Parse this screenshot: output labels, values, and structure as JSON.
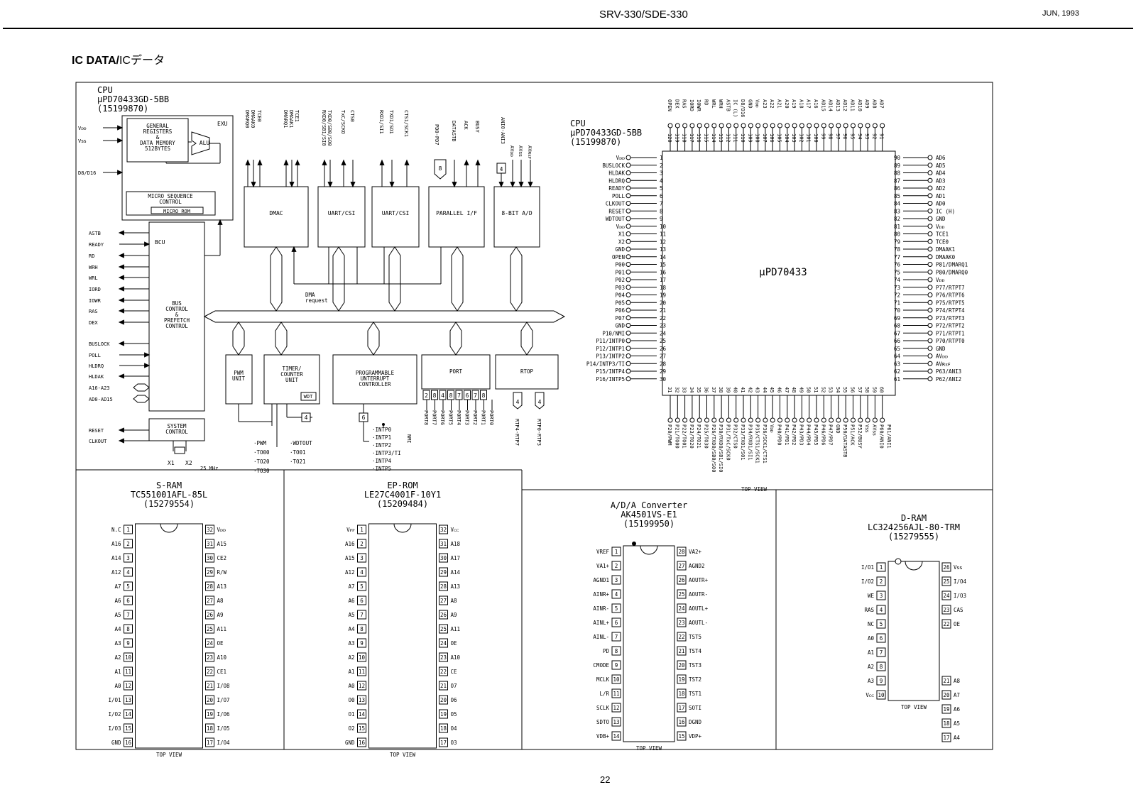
{
  "header": {
    "model": "SRV-330/SDE-330",
    "date": "JUN, 1993"
  },
  "section_title": {
    "bold": "IC DATA/",
    "jp": "ICデータ"
  },
  "page_number": "22",
  "cpu_block": {
    "title": [
      "CPU",
      "μPD70433GD-5BB",
      "(15199870)"
    ],
    "exu": "EXU",
    "gen_reg": [
      "GENERAL",
      "REGISTERS",
      "&",
      "DATA MEMORY",
      "512BYTES"
    ],
    "alu": "ALU",
    "micro": [
      "MICRO SEQUENCE",
      "CONTROL"
    ],
    "micro_rom": "MICRO ROM",
    "bcu": "BCU",
    "bus_ctrl": [
      "BUS",
      "CONTROL",
      "&",
      "PREFETCH",
      "CONTROL"
    ],
    "left_pins": [
      "Vᴅᴅ",
      "Vꜱꜱ",
      "D8/D16"
    ],
    "bus_pins": [
      "ASTB",
      "READY",
      "RD",
      "WRH",
      "WRL",
      "IORD",
      "IOWR",
      "RAS",
      "DEX"
    ],
    "bus_pins2": [
      "BUSLOCK",
      "POLL",
      "HLDRQ",
      "HLDAK",
      "A16-A23",
      "AD0-AD15"
    ],
    "sys_pins": [
      "RESET",
      "CLKOUT"
    ],
    "sys_ctrl": [
      "SYSTEM",
      "CONTROL"
    ],
    "xtal": [
      "X1",
      "X2",
      "25 MHz"
    ],
    "modules": [
      "DMAC",
      "UART/CSI",
      "UART/CSI",
      "PARALLEL I/F",
      "8-BIT A/D"
    ],
    "dma_req": [
      "DMA",
      "request"
    ],
    "lower": [
      "PWM",
      "UNIT",
      "TIMER/",
      "COUNTER",
      "UNIT",
      "WDT",
      "PROGRAMMABLE",
      "UNTERRUPT",
      "CONTROLLER",
      "PORT",
      "RTOP"
    ],
    "top_sigs": [
      "DMARQ0",
      "DMAAK0",
      "TCE0",
      "DMARQ1",
      "DMAAK1",
      "TCE1",
      "RXD0/SB1/SI0",
      "TXD0/SB0/SO0",
      "TxC/SCKO",
      "CTS0",
      "RXD1/SI1",
      "TXD1/SO1",
      "CTS1/SCK1",
      "PD0-PD7",
      "DATASTB",
      "ACK",
      "BUSY",
      "ANI0-ANI3",
      "AVᴅᴅ",
      "AVꜱꜱ",
      "AVʀᴇꜰ"
    ],
    "bus_widths": [
      "8",
      "4"
    ],
    "timer_out": [
      "·PWM",
      "·TO00",
      "·TO20",
      "·TO30",
      "·WDTOUT",
      "·TO01",
      "·TO21"
    ],
    "intp": [
      "·INTP0",
      "·INTP1",
      "·INTP2",
      "·INTP3/TI",
      "·INTP4",
      "·INTP5",
      "NMI"
    ],
    "port_w": [
      "2",
      "8",
      "4",
      "8",
      "7",
      "6",
      "7",
      "8"
    ],
    "ports": [
      "PORT8",
      "PORT7",
      "PORT6",
      "PORT5",
      "PORT4",
      "PORT3",
      "PORT2",
      "PORT1",
      "PORT0"
    ],
    "rtp": [
      "RTP4-RTP7",
      "RTP0-RTP3"
    ],
    "lower_w": [
      "4",
      "6",
      "4",
      "4"
    ]
  },
  "cpu_pin": {
    "title": [
      "CPU",
      "μPD70433GD-5BB",
      "(15199870)"
    ],
    "chip": "μPD70433",
    "top_view": "TOP VIEW",
    "left": [
      "Vᴅᴅ",
      "BUSLOCK",
      "HLDAK",
      "HLDRQ",
      "READY",
      "POLL",
      "CLKOUT",
      "RESET",
      "WDTOUT",
      "Vᴅᴅ",
      "X1",
      "X2",
      "GND",
      "OPEN",
      "P00",
      "P01",
      "P02",
      "P03",
      "P04",
      "P05",
      "P06",
      "P07",
      "GND",
      "P10/NMI",
      "P11/INTP0",
      "P12/INTP1",
      "P13/INTP2",
      "P14/INTP3/TI",
      "P15/INTP4",
      "P16/INTP5"
    ],
    "right": [
      "AD6",
      "AD5",
      "AD4",
      "AD3",
      "AD2",
      "AD1",
      "AD0",
      "IC (H)",
      "GND",
      "Vᴅᴅ",
      "TCE1",
      "TCE0",
      "DMAAK1",
      "DMAAK0",
      "P81/DMARQ1",
      "P80/DMARQ0",
      "Vᴅᴅ",
      "P77/RTPT7",
      "P76/RTPT6",
      "P75/RTPT5",
      "P74/RTPT4",
      "P73/RTPT3",
      "P72/RTPT2",
      "P71/RTPT1",
      "P70/RTPT0",
      "GND",
      "AVᴅᴅ",
      "AVʀᴇꜰ",
      "P63/ANI3",
      "P62/ANI2"
    ],
    "top": [
      "OPEN",
      "DEX",
      "RAS",
      "IORD",
      "IOWR",
      "RD",
      "WRL",
      "WRH",
      "ASTB",
      "IC (L)",
      "D8/D16",
      "GND",
      "Vᴅᴅ",
      "A23",
      "A22",
      "A21",
      "A20",
      "A19",
      "A18",
      "A17",
      "A16",
      "AD15",
      "AD14",
      "AD13",
      "AD12",
      "AD11",
      "AD10",
      "AD9",
      "AD8",
      "AD7"
    ],
    "bottom": [
      "P20/PWM",
      "P21/TO00",
      "P22/TO01",
      "P23/TO20",
      "P24/TO21",
      "P25/TO30",
      "P26/TXD0/SB0/SO0",
      "P30/RXD0/SB1/SI0",
      "P31/TxC/SCK0",
      "P32/CTS0",
      "P33/TXD1/SO1",
      "P34/RXD1/SI1",
      "P35/CTS1/SCK1",
      "P36/SCK1/CTS1",
      "Vᴅᴅ",
      "P40/PD0",
      "P41/PD1",
      "P42/PD2",
      "P43/PD3",
      "P44/PD4",
      "P45/PD5",
      "P46/PD6",
      "P47/PD7",
      "GND",
      "P50/DATASTB",
      "P51/ACK",
      "P52/BUSY",
      "Vꜱꜱ",
      "AVꜱꜱ",
      "P60/ANI0",
      "P61/ANI1"
    ]
  },
  "sram": {
    "title": [
      "S-RAM",
      "TC551001AFL-85L",
      "(15279554)"
    ],
    "left": [
      "N.C",
      "A16",
      "A14",
      "A12",
      "A7",
      "A6",
      "A5",
      "A4",
      "A3",
      "A2",
      "A1",
      "A0",
      "I/O1",
      "I/O2",
      "I/O3",
      "GND"
    ],
    "right": [
      "Vᴅᴅ",
      "A15",
      "CE2",
      "R/W",
      "A13",
      "A8",
      "A9",
      "A11",
      "OE",
      "A10",
      "CE1",
      "I/O8",
      "I/O7",
      "I/O6",
      "I/O5",
      "I/O4"
    ],
    "top_view": "TOP VIEW"
  },
  "eprom": {
    "title": [
      "EP-ROM",
      "LE27C4001F-10Y1",
      "(15209484)"
    ],
    "left": [
      "Vᴘᴘ",
      "A16",
      "A15",
      "A12",
      "A7",
      "A6",
      "A5",
      "A4",
      "A3",
      "A2",
      "A1",
      "A0",
      "O0",
      "O1",
      "O2",
      "GND"
    ],
    "right": [
      "Vᴄᴄ",
      "A18",
      "A17",
      "A14",
      "A13",
      "A8",
      "A9",
      "A11",
      "OE",
      "A10",
      "CE",
      "O7",
      "O6",
      "O5",
      "O4",
      "O3"
    ],
    "top_view": "TOP VIEW"
  },
  "adda": {
    "title": [
      "A/D/A Converter",
      "AK4501VS-E1",
      "(15199950)"
    ],
    "left": [
      "VREF",
      "VA1+",
      "AGND1",
      "AINR+",
      "AINR-",
      "AINL+",
      "AINL-",
      "PD",
      "CMODE",
      "MCLK",
      "L/R",
      "SCLK",
      "SDTO",
      "VDB+"
    ],
    "right": [
      "VA2+",
      "AGND2",
      "AOUTR+",
      "AOUTR-",
      "AOUTL+",
      "AOUTL-",
      "TST5",
      "TST4",
      "TST3",
      "TST2",
      "TST1",
      "SOTI",
      "DGND",
      "VDP+"
    ],
    "top_view": "TOP VIEW"
  },
  "dram": {
    "title": [
      "D-RAM",
      "LC324256AJL-80-TRM",
      "(15279555)"
    ],
    "left": [
      "I/O1",
      "I/O2",
      "WE",
      "RAS",
      "NC",
      "A0",
      "A1",
      "A2",
      "A3",
      "Vᴄᴄ"
    ],
    "right": [
      "Vꜱꜱ",
      "I/O4",
      "I/O3",
      "CAS",
      "OE",
      "A8",
      "A7",
      "A6",
      "A5",
      "A4"
    ],
    "top_view": "TOP VIEW"
  }
}
